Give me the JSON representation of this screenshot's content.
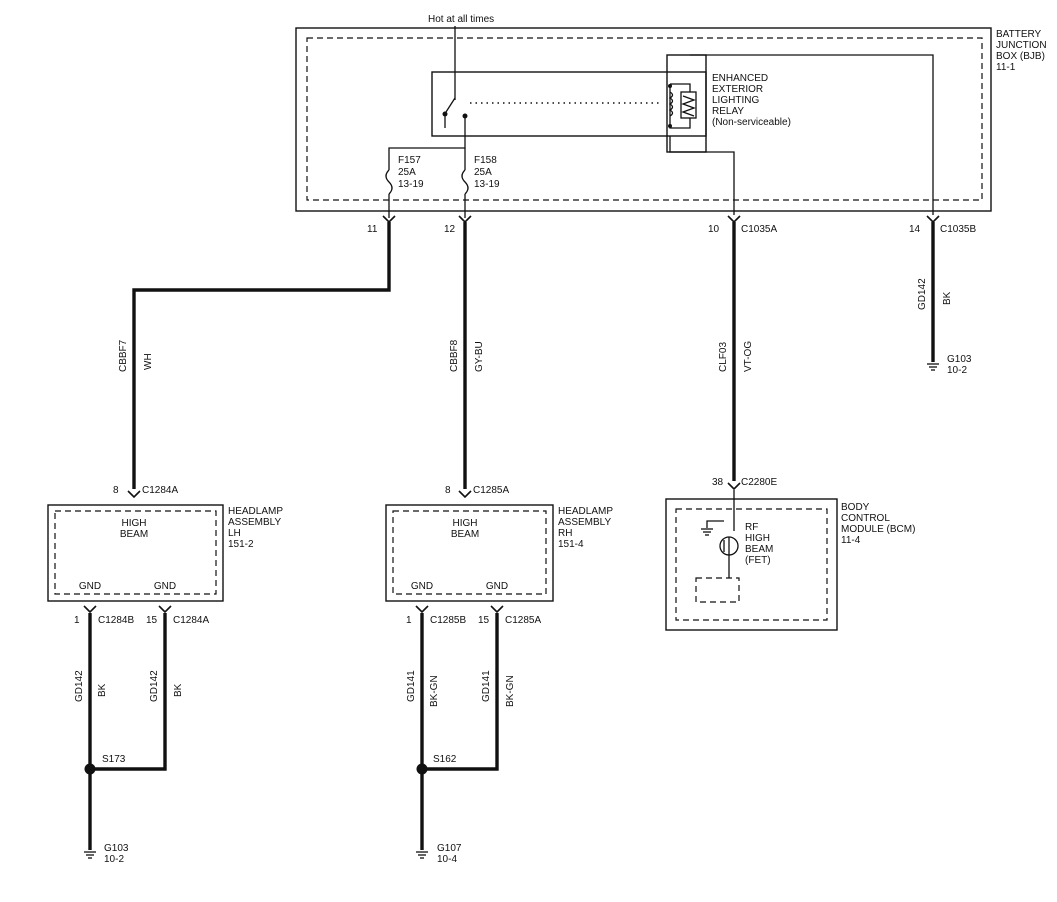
{
  "relay": {
    "hot_label": "Hot at all times",
    "name": [
      "ENHANCED",
      "EXTERIOR",
      "LIGHTING",
      "RELAY",
      "(Non-serviceable)"
    ]
  },
  "bjb": {
    "name": [
      "BATTERY",
      "JUNCTION",
      "BOX (BJB)",
      "11-1"
    ]
  },
  "fuses": [
    {
      "id": "F157",
      "rating": "25A",
      "ref": "13-19"
    },
    {
      "id": "F158",
      "rating": "25A",
      "ref": "13-19"
    }
  ],
  "bjb_pins": [
    {
      "pin": "11",
      "connector": ""
    },
    {
      "pin": "12",
      "connector": ""
    },
    {
      "pin": "10",
      "connector": "C1035A"
    },
    {
      "pin": "14",
      "connector": "C1035B"
    }
  ],
  "wires": [
    {
      "circuit": "CBBF7",
      "color": "WH"
    },
    {
      "circuit": "CBBF8",
      "color": "GY-BU"
    },
    {
      "circuit": "CLF03",
      "color": "VT-OG"
    },
    {
      "circuit": "GD142",
      "color": "BK"
    },
    {
      "circuit": "GD142",
      "color": "BK"
    },
    {
      "circuit": "GD142",
      "color": "BK"
    },
    {
      "circuit": "GD141",
      "color": "BK-GN"
    },
    {
      "circuit": "GD141",
      "color": "BK-GN"
    }
  ],
  "grounds": [
    {
      "id": "G103",
      "ref": "10-2"
    },
    {
      "id": "G103",
      "ref": "10-2"
    },
    {
      "id": "G107",
      "ref": "10-4"
    }
  ],
  "headlamps": [
    {
      "top_pin": "8",
      "top_connector": "C1284A",
      "function": [
        "HIGH",
        "BEAM"
      ],
      "name": [
        "HEADLAMP",
        "ASSEMBLY",
        "LH",
        "151-2"
      ],
      "gnd_labels": [
        "GND",
        "GND"
      ],
      "bottom_pins": [
        {
          "pin": "1",
          "connector": "C1284B"
        },
        {
          "pin": "15",
          "connector": "C1284A"
        }
      ],
      "splice": "S173"
    },
    {
      "top_pin": "8",
      "top_connector": "C1285A",
      "function": [
        "HIGH",
        "BEAM"
      ],
      "name": [
        "HEADLAMP",
        "ASSEMBLY",
        "RH",
        "151-4"
      ],
      "gnd_labels": [
        "GND",
        "GND"
      ],
      "bottom_pins": [
        {
          "pin": "1",
          "connector": "C1285B"
        },
        {
          "pin": "15",
          "connector": "C1285A"
        }
      ],
      "splice": "S162"
    }
  ],
  "bcm": {
    "pin": "38",
    "connector": "C2280E",
    "name": [
      "BODY",
      "CONTROL",
      "MODULE (BCM)",
      "11-4"
    ],
    "function": [
      "RF",
      "HIGH",
      "BEAM",
      "(FET)"
    ]
  }
}
